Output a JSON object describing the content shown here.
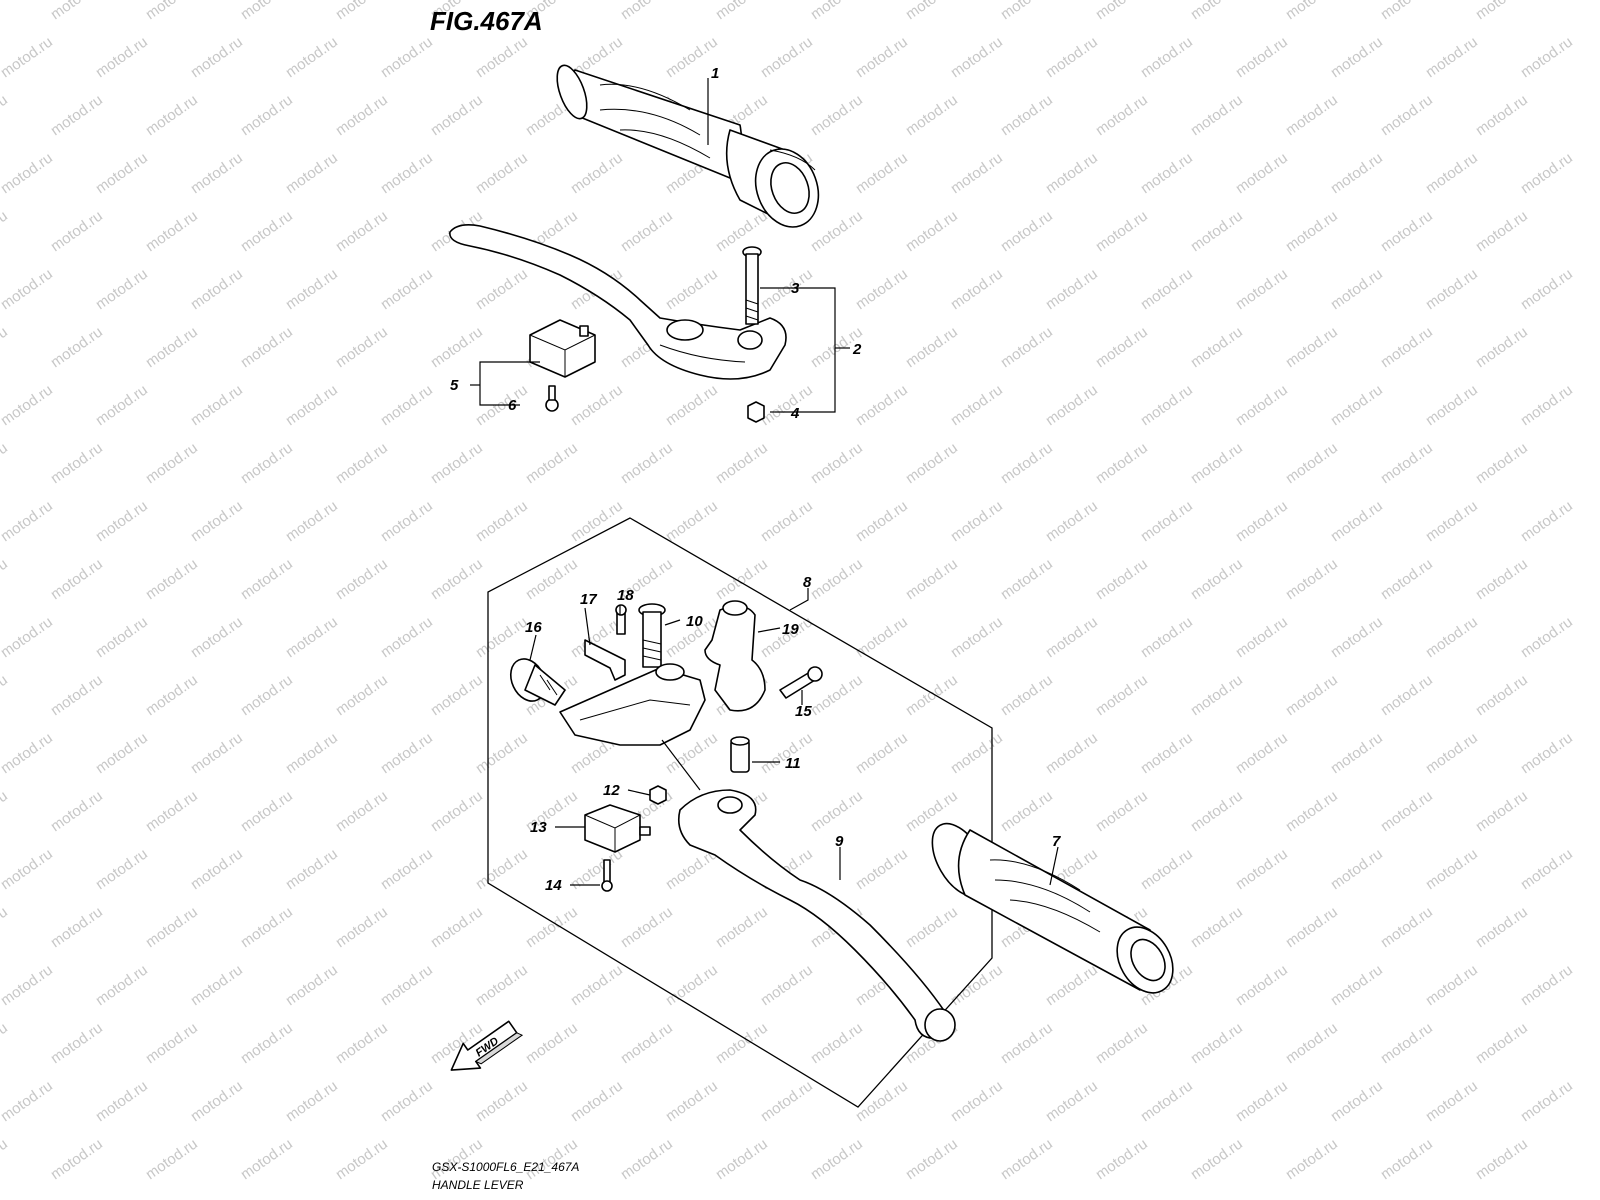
{
  "figure": {
    "title": "FIG.467A",
    "code": "GSX-S1000FL6_E21_467A",
    "name": "HANDLE LEVER",
    "direction": "FWD",
    "watermark": "motod.ru"
  },
  "callouts": [
    {
      "id": "1",
      "label": "1"
    },
    {
      "id": "2",
      "label": "2"
    },
    {
      "id": "3",
      "label": "3"
    },
    {
      "id": "4",
      "label": "4"
    },
    {
      "id": "5",
      "label": "5"
    },
    {
      "id": "6",
      "label": "6"
    },
    {
      "id": "7",
      "label": "7"
    },
    {
      "id": "8",
      "label": "8"
    },
    {
      "id": "9",
      "label": "9"
    },
    {
      "id": "10",
      "label": "10"
    },
    {
      "id": "11",
      "label": "11"
    },
    {
      "id": "12",
      "label": "12"
    },
    {
      "id": "13",
      "label": "13"
    },
    {
      "id": "14",
      "label": "14"
    },
    {
      "id": "15",
      "label": "15"
    },
    {
      "id": "16",
      "label": "16"
    },
    {
      "id": "17",
      "label": "17"
    },
    {
      "id": "18",
      "label": "18"
    },
    {
      "id": "19",
      "label": "19"
    }
  ],
  "icons": {
    "direction_arrow": "fwd-arrow-icon"
  }
}
